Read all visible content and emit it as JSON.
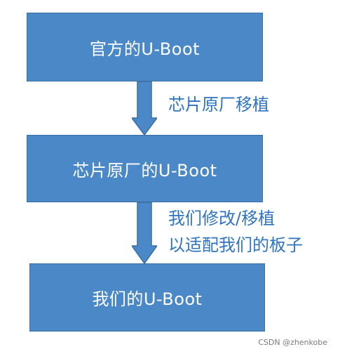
{
  "boxes": [
    {
      "label": "官方的U-Boot"
    },
    {
      "label": "芯片原厂的U-Boot"
    },
    {
      "label": "我们的U-Boot"
    }
  ],
  "arrows": [
    {
      "label_lines": [
        "芯片原厂移植"
      ]
    },
    {
      "label_lines": [
        "我们修改/移植",
        "以适配我们的板子"
      ]
    }
  ],
  "watermark": "CSDN @zhenkobe",
  "colors": {
    "box_fill": "#4a88c8",
    "box_border": "#3a6fa6",
    "box_text": "#ffffff",
    "arrow_label": "#2f74c3"
  }
}
